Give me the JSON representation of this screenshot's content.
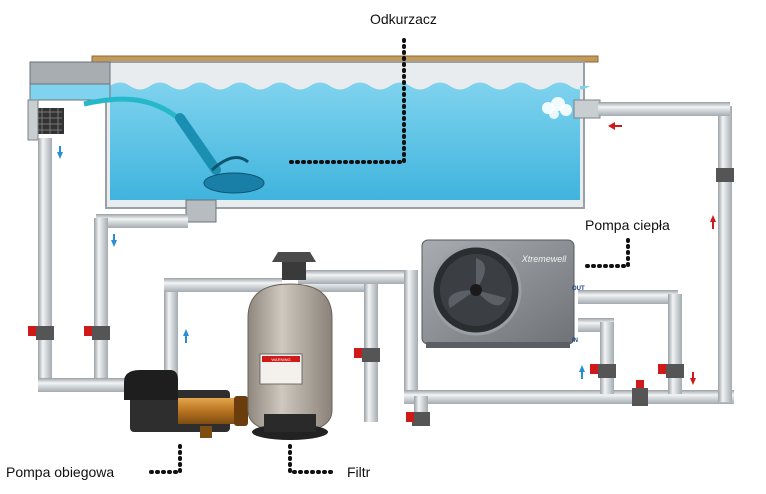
{
  "labels": {
    "vacuum": "Odkurzacz",
    "heat_pump": "Pompa ciepła",
    "circulation_pump": "Pompa obiegowa",
    "filter": "Filtr"
  },
  "heat_pump_ports": {
    "out": "OUT",
    "in": "IN"
  },
  "heat_pump_brand": "Xtremewell",
  "warning_label_text": "WARNING",
  "colors": {
    "water": "#4dbfe3",
    "water_top": "#8fd8f0",
    "pipe": "#d9dde0",
    "pipe_edge": "#8e959b",
    "deck": "#c49a5a",
    "valve_red": "#d01a1a",
    "arrow_blue": "#2a8fd0",
    "arrow_red": "#d01a1a",
    "filter_tank": "#b9b1a7",
    "heat_pump_body": "#8a8d91",
    "pump_brass": "#c8862e"
  },
  "icons": [
    "skimmer-icon",
    "robot-vacuum-icon",
    "return-jet-icon",
    "valve-icon",
    "flow-arrow-icon",
    "fan-icon"
  ]
}
